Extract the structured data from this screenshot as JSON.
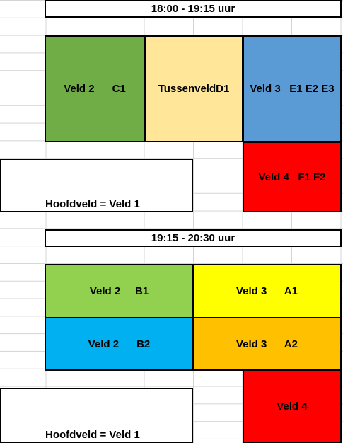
{
  "sessions": [
    {
      "time": "18:00 - 19:15 uur",
      "fields": [
        {
          "label": "Veld 2      C1",
          "color": "#70AD47"
        },
        {
          "label": "TussenveldD1",
          "color": "#FFE699"
        },
        {
          "label": "Veld 3   E1 E2 E3",
          "color": "#5B9BD5"
        },
        {
          "label": "Veld 4   F1 F2",
          "color": "#FF0000"
        }
      ],
      "main_field": "Hoofdveld = Veld 1"
    },
    {
      "time": "19:15 - 20:30 uur",
      "fields": [
        {
          "label": "Veld 2     B1",
          "color": "#92D050"
        },
        {
          "label": "Veld 3      A1",
          "color": "#FFFF00"
        },
        {
          "label": "Veld 2      B2",
          "color": "#00B0F0"
        },
        {
          "label": "Veld 3      A2",
          "color": "#FFC000"
        },
        {
          "label": "Veld 4",
          "color": "#FF0000"
        }
      ],
      "main_field": "Hoofdveld = Veld 1"
    }
  ]
}
